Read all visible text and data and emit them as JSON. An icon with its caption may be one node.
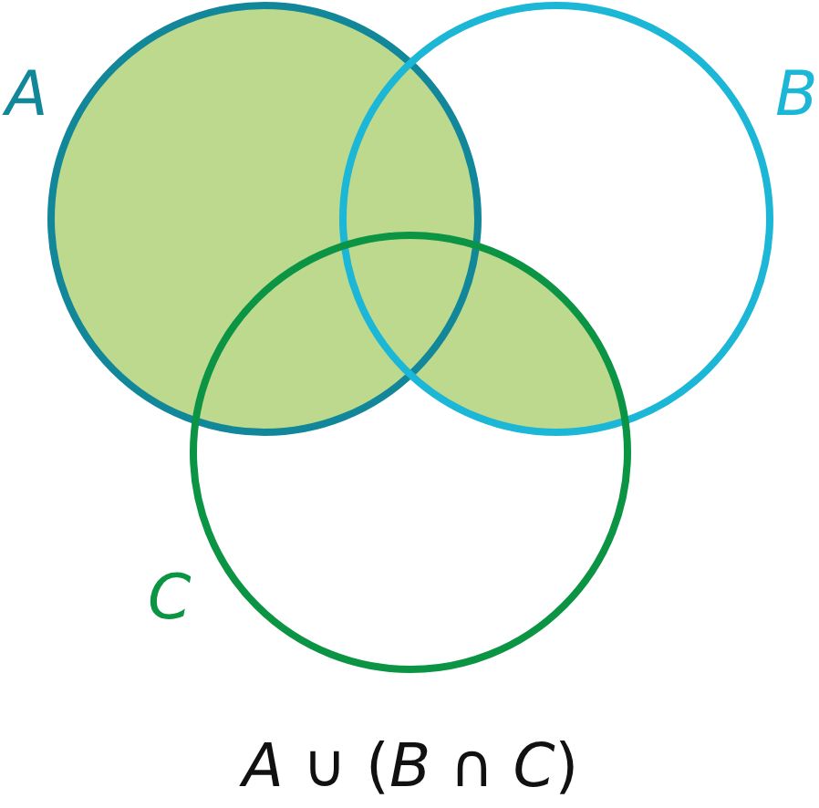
{
  "diagram": {
    "caption": "*A* ∪ (*B* ∩ *C*)",
    "nodes": [
      {
        "text": [
          "A"
        ]
      },
      {
        "text": [
          "B"
        ]
      },
      {
        "text": [
          "C"
        ]
      }
    ]
  }
}
